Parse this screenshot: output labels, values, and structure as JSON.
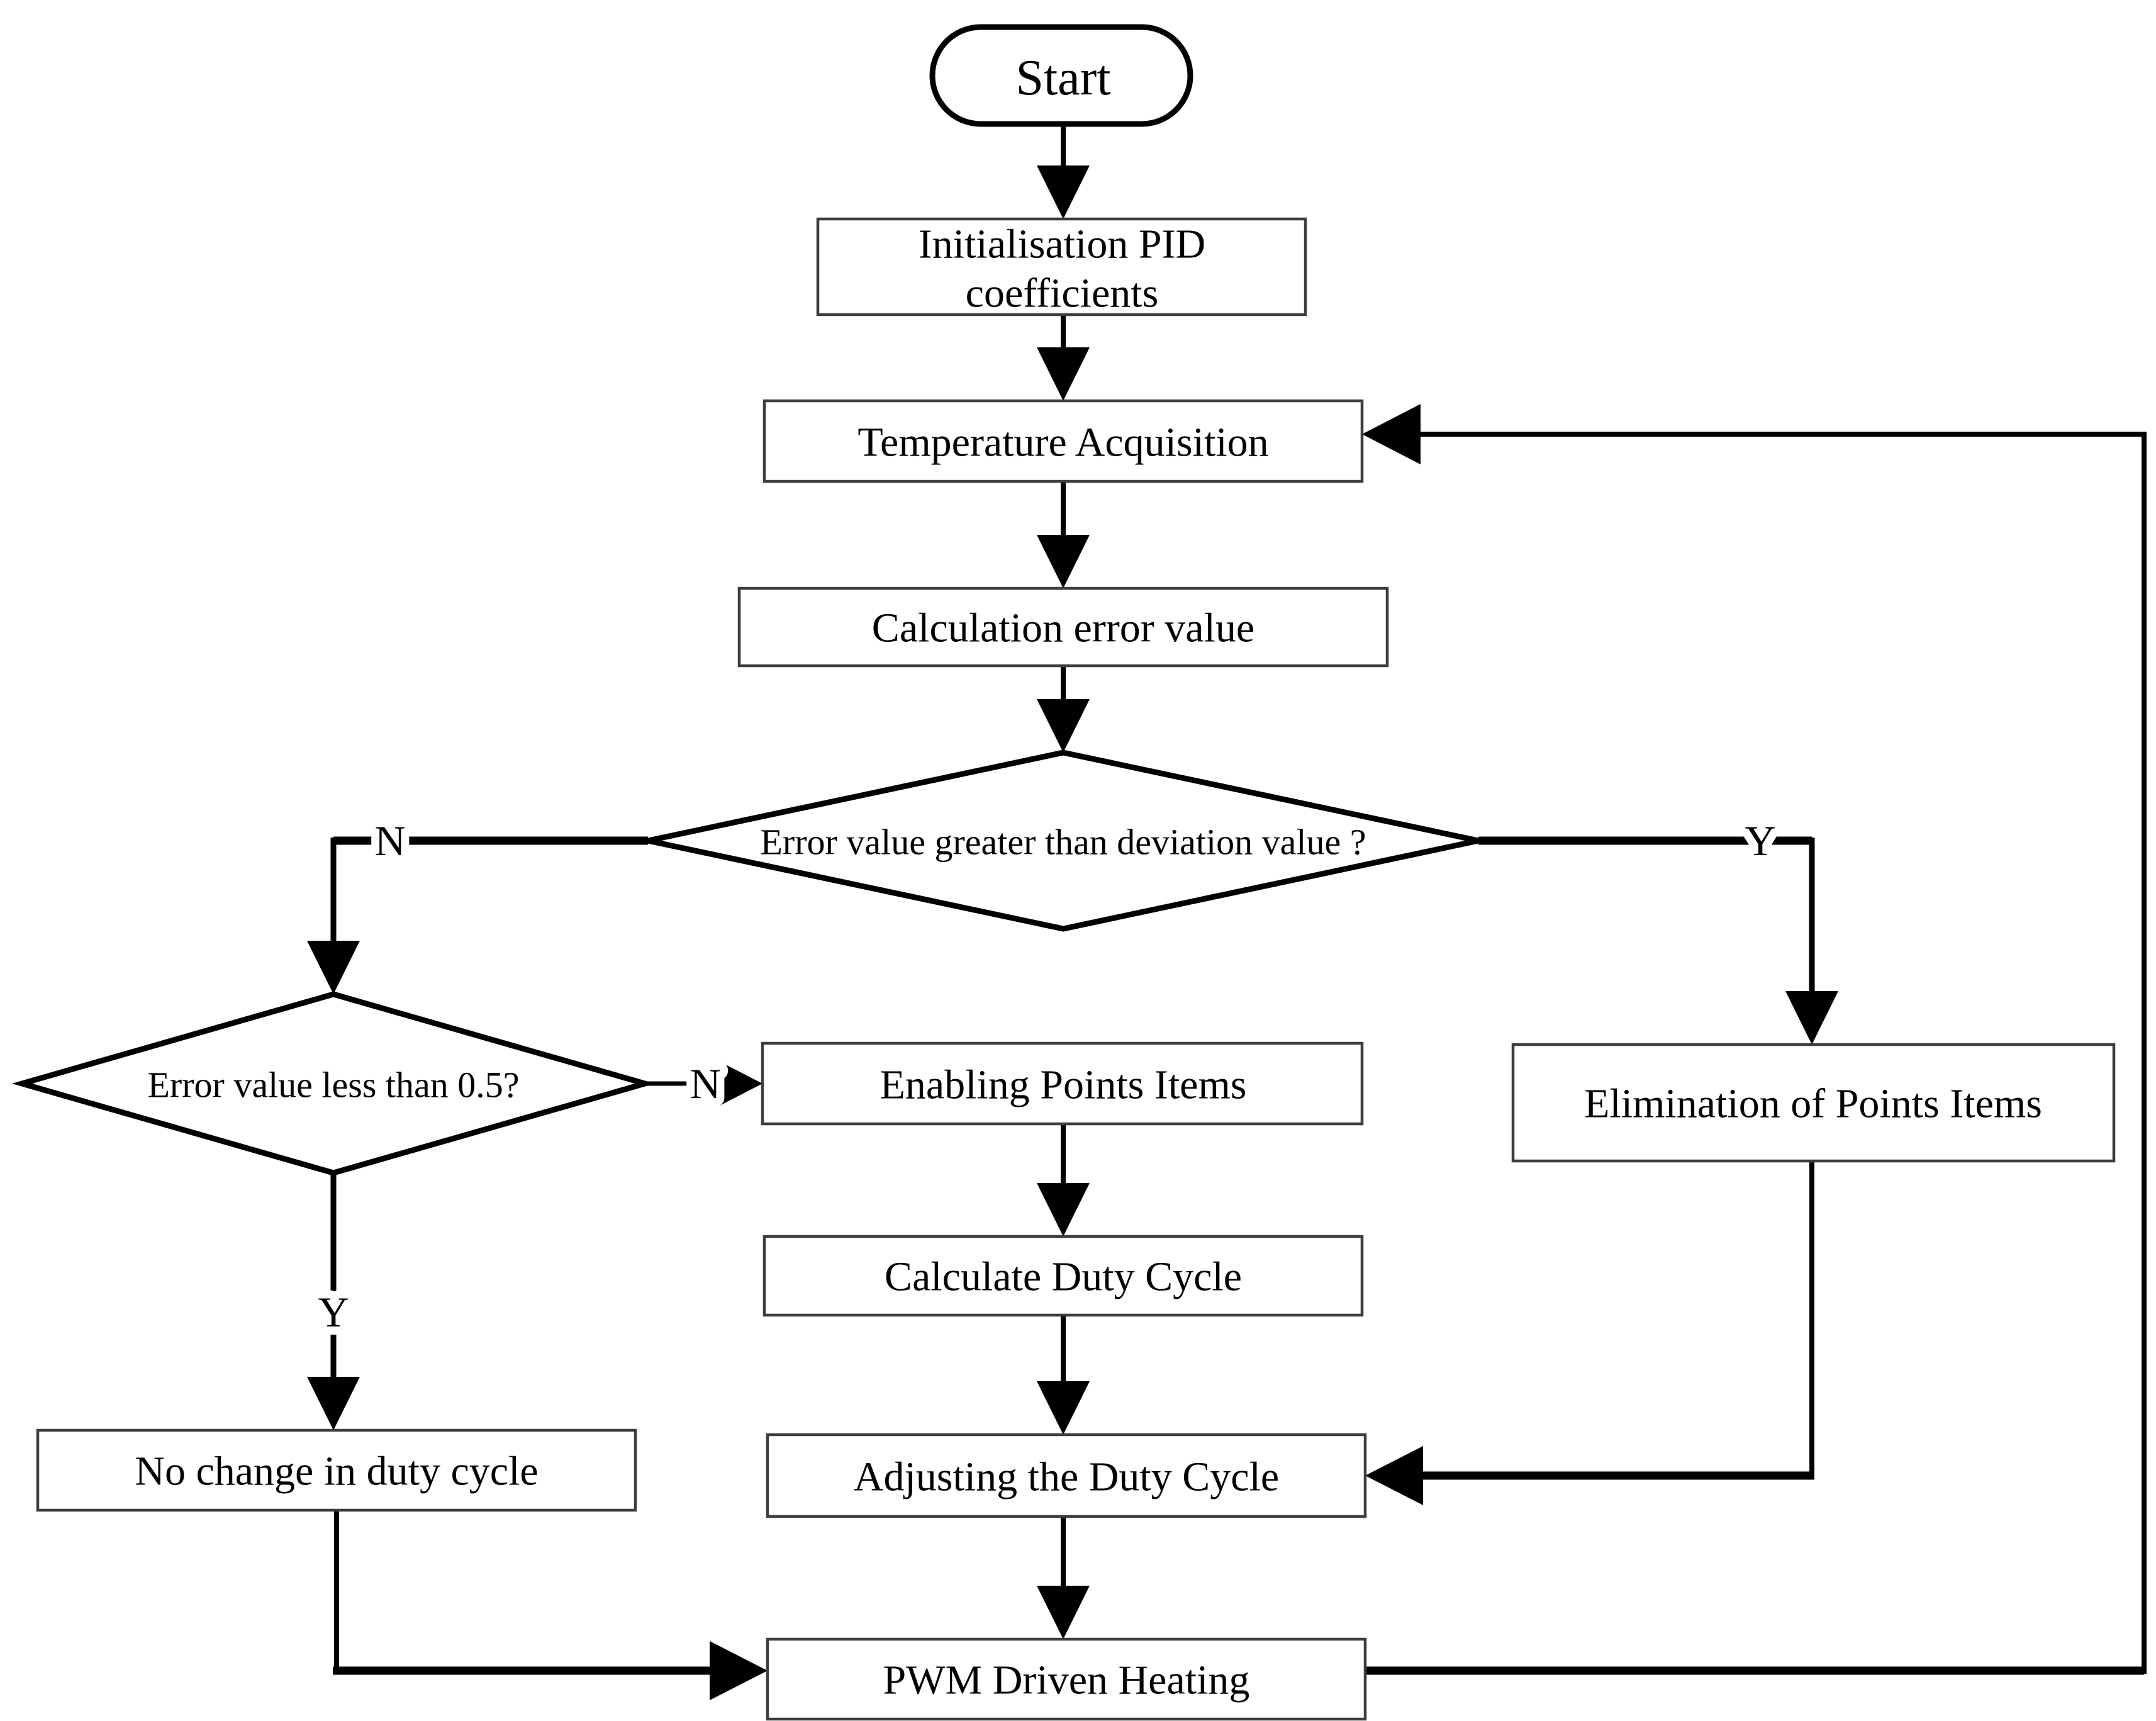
{
  "page": {
    "background": "#ffffff"
  },
  "colors": {
    "line": "#000000",
    "process_border": "#3d3d3d",
    "shape_fill": "#ffffff",
    "text": "#000000"
  },
  "diagram": {
    "type": "flowchart",
    "nodes": {
      "start": {
        "shape": "terminator",
        "label": "Start"
      },
      "init": {
        "shape": "process",
        "label": "Initialisation PID coefficients",
        "lines": [
          "Initialisation PID",
          "coefficients"
        ]
      },
      "temp": {
        "shape": "process",
        "label": "Temperature Acquisition"
      },
      "calc": {
        "shape": "process",
        "label": "Calculation  error value"
      },
      "dec_deviation": {
        "shape": "decision",
        "label": "Error value greater than deviation value ?"
      },
      "dec_half": {
        "shape": "decision",
        "label": "Error value less than 0.5?"
      },
      "enabling": {
        "shape": "process",
        "label": "Enabling Points Items"
      },
      "elimination": {
        "shape": "process",
        "label": "Elimination of Points Items"
      },
      "calc_duty": {
        "shape": "process",
        "label": "Calculate Duty Cycle"
      },
      "adjusting": {
        "shape": "process",
        "label": "Adjusting the Duty Cycle"
      },
      "no_change": {
        "shape": "process",
        "label": "No change in duty cycle"
      },
      "pwm": {
        "shape": "process",
        "label": "PWM Driven Heating"
      }
    },
    "branch_labels": {
      "dec_deviation_no": "N",
      "dec_deviation_yes": "Y",
      "dec_half_no": "N",
      "dec_half_yes": "Y"
    },
    "edges": [
      {
        "from": "start",
        "to": "init",
        "label": ""
      },
      {
        "from": "init",
        "to": "temp",
        "label": ""
      },
      {
        "from": "temp",
        "to": "calc",
        "label": ""
      },
      {
        "from": "calc",
        "to": "dec_deviation",
        "label": ""
      },
      {
        "from": "dec_deviation",
        "to": "dec_half",
        "label": "N"
      },
      {
        "from": "dec_deviation",
        "to": "elimination",
        "label": "Y"
      },
      {
        "from": "dec_half",
        "to": "enabling",
        "label": "N"
      },
      {
        "from": "dec_half",
        "to": "no_change",
        "label": "Y"
      },
      {
        "from": "enabling",
        "to": "calc_duty",
        "label": ""
      },
      {
        "from": "calc_duty",
        "to": "adjusting",
        "label": ""
      },
      {
        "from": "elimination",
        "to": "adjusting",
        "label": ""
      },
      {
        "from": "adjusting",
        "to": "pwm",
        "label": ""
      },
      {
        "from": "no_change",
        "to": "pwm",
        "label": ""
      },
      {
        "from": "pwm",
        "to": "temp",
        "label": ""
      }
    ]
  }
}
